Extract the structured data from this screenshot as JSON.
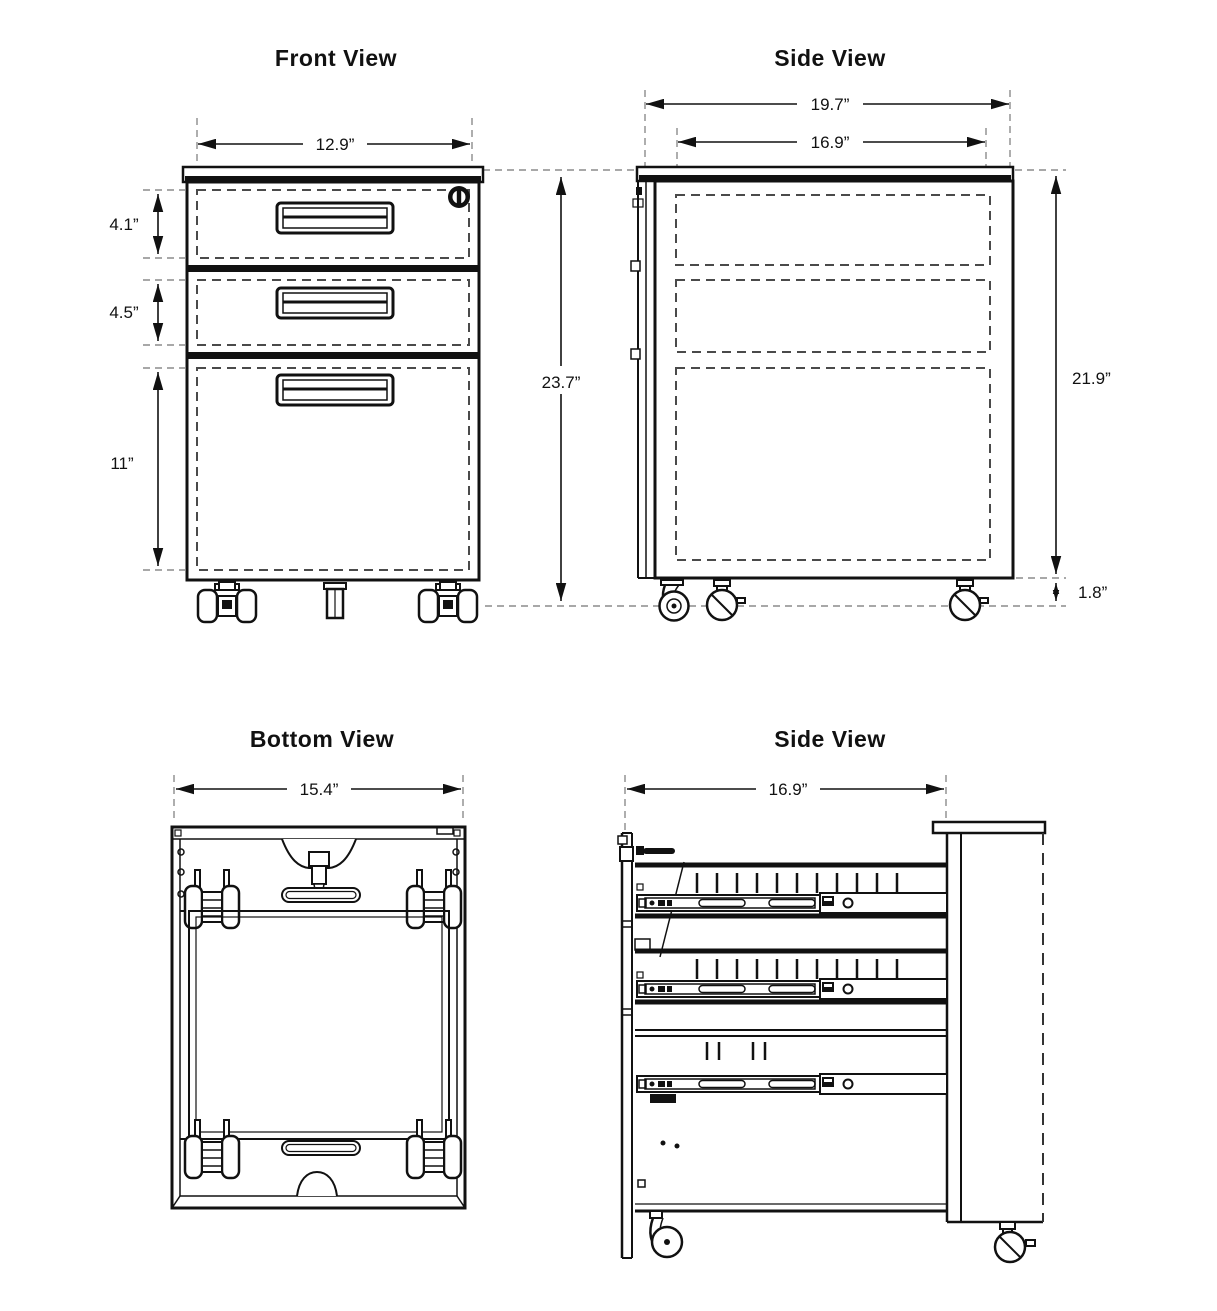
{
  "drawing": {
    "views": {
      "front": {
        "title": "Front View",
        "dims": {
          "width": "12.9”",
          "drawer1_height": "4.1”",
          "drawer2_height": "4.5”",
          "drawer3_height": "11”",
          "total_height": "23.7”"
        }
      },
      "side_top": {
        "title": "Side View",
        "dims": {
          "total_depth": "19.7”",
          "body_depth": "16.9”",
          "body_height": "21.9”",
          "caster_height": "1.8”"
        }
      },
      "bottom": {
        "title": "Bottom View",
        "dims": {
          "width": "15.4”"
        }
      },
      "side_bottom": {
        "title": "Side View",
        "dims": {
          "drawer_depth": "16.9”"
        }
      }
    },
    "colors": {
      "line": "#111111",
      "dim_text": "#111111",
      "dashed_detail": "#4a4a4a",
      "dashed_dim": "#8c8c8c",
      "background": "#ffffff"
    }
  }
}
